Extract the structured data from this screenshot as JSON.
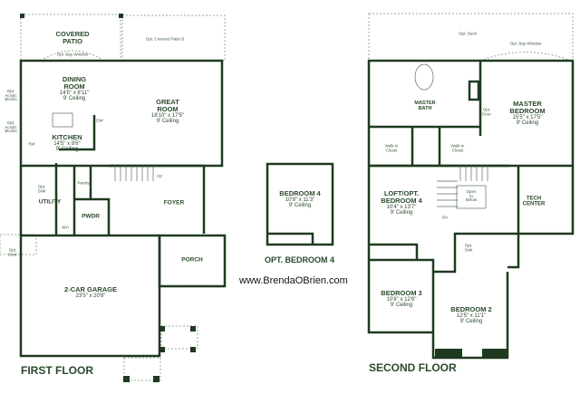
{
  "first_floor": {
    "title": "FIRST FLOOR",
    "covered_patio": "COVERED PATIO",
    "opt_covered_patio_b": "Opt. Covered Patio B",
    "opt_bay_window": "Opt. Bay Window",
    "opt_acrylic_blocks": "Opt. Acrylic Blocks",
    "opt_sink": "Opt. Sink",
    "opt_door": "Opt. Door",
    "ref": "Ref",
    "dw": "DW",
    "wh": "WH",
    "up": "Up",
    "pantry": "Pantry",
    "dining": {
      "name": "DINING ROOM",
      "size": "14'5\" x 8'11\"",
      "ceiling": "9' Ceiling"
    },
    "great": {
      "name": "GREAT ROOM",
      "size": "18'10\" x 17'5\"",
      "ceiling": "9' Ceiling"
    },
    "kitchen": {
      "name": "KITCHEN",
      "size": "14'5\" x 8'6\"",
      "ceiling": "9' Ceiling"
    },
    "utility": "UTILITY",
    "pwdr": "PWDR",
    "foyer": "FOYER",
    "porch": "PORCH",
    "garage": {
      "name": "2-CAR GARAGE",
      "size": "23'5\" x 20'8\""
    }
  },
  "opt_bedroom": {
    "title": "OPT. BEDROOM 4",
    "room": {
      "name": "BEDROOM 4",
      "size": "10'8\" x 11'3\"",
      "ceiling": "9' Ceiling"
    }
  },
  "watermark": "www.BrendaOBrien.com",
  "second_floor": {
    "title": "SECOND FLOOR",
    "opt_deck": "Opt. Deck",
    "opt_bay_window": "Opt. Bay Window",
    "master_bath": "MASTER BATH",
    "opt_door": "Opt. Door",
    "master_bedroom": {
      "name": "MASTER BEDROOM",
      "size": "15'5\" x 17'5\"",
      "ceiling": "9' Ceiling"
    },
    "walk_in_closet": "Walk-in Closet",
    "loft": {
      "name": "LOFT/OPT. BEDROOM 4",
      "size": "10'4\" x 13'7\"",
      "ceiling": "9' Ceiling"
    },
    "open_to_below": "Open to Below",
    "dn": "Dn",
    "tech_center": "TECH CENTER",
    "opt_sink": "Opt. Sink",
    "bedroom3": {
      "name": "BEDROOM 3",
      "size": "10'8\" x 12'6\"",
      "ceiling": "9' Ceiling"
    },
    "bedroom2": {
      "name": "BEDROOM 2",
      "size": "12'5\" x 11'1\"",
      "ceiling": "9' Ceiling"
    }
  }
}
